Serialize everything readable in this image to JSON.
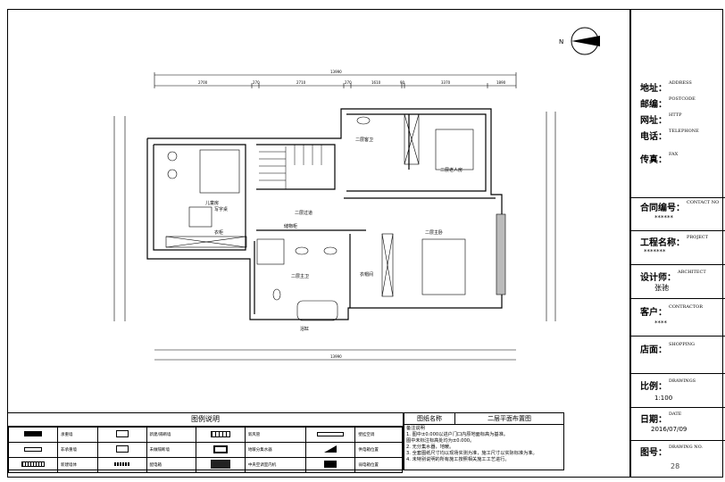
{
  "title_block": {
    "address": {
      "label": "地址：",
      "en": "ADDRESS"
    },
    "postcode": {
      "label": "邮编：",
      "en": "POSTCODE"
    },
    "website": {
      "label": "网址：",
      "en": "HTTP"
    },
    "phone": {
      "label": "电话：",
      "en": "TELEPHONE"
    },
    "fax": {
      "label": "传真：",
      "en": "FAX"
    },
    "contract": {
      "label": "合同编号：",
      "en": "CONTACT NO",
      "value": "******"
    },
    "project": {
      "label": "工程名称：",
      "en": "PROJECT",
      "value": "*******"
    },
    "designer": {
      "label": "设计师：",
      "en": "ARCHITECT",
      "value": "张驰"
    },
    "client": {
      "label": "客户：",
      "en": "CONTRACTOR",
      "value": "****"
    },
    "store": {
      "label": "店面：",
      "en": "SHOPPING"
    },
    "scale": {
      "label": "比例：",
      "en": "DRAWINGS",
      "value": "1:100"
    },
    "date": {
      "label": "日期：",
      "en": "DATE",
      "value": "2016/07/09"
    },
    "drawing_no": {
      "label": "图号：",
      "en": "DRAWING NO.",
      "value": "28"
    }
  },
  "compass": {
    "label": "N"
  },
  "plan": {
    "overall_dim": "13990",
    "top_dims": [
      "2700",
      "270",
      "2710",
      "270",
      "1610",
      "90",
      "3370",
      "1890"
    ],
    "rooms": {
      "kids": "儿童房",
      "hall": "二层过道",
      "master_bath": "二层主卫",
      "closet": "衣帽间",
      "master_bed": "二层主卧",
      "elder_bed": "二层老人房",
      "guest_bath": "二层客卫"
    },
    "notes": {
      "desk": "写字桌",
      "wardrobe": "衣柜",
      "cabinet": "储物柜",
      "bathtub": "浴缸"
    }
  },
  "legend": {
    "title": "图例说明",
    "rows": [
      [
        "承重墙",
        "新建/隔断墙",
        "新风管",
        "壁挂空调"
      ],
      [
        "非承重墙",
        "未做隔断墙",
        "地暖分集水器",
        "供电箱位置"
      ],
      [
        "新建墙体",
        "配电箱",
        "中央空调室内机",
        "弱电箱位置"
      ]
    ]
  },
  "drawing": {
    "name_label": "图纸名称",
    "name_value": "二层平面布置图",
    "notes_title": "备注说明",
    "notes": [
      "1. 图中±0.000以进户门口内原地面标高为基准。",
      "   图中未标注标高处均为±0.000。",
      "2. 无分集水器，地暖。",
      "3. 全套图纸尺寸均以现场实测为准，施工尺寸以实际标准为准。",
      "4. 未特别说明的所有施工按照相关施工工艺进行。"
    ]
  }
}
